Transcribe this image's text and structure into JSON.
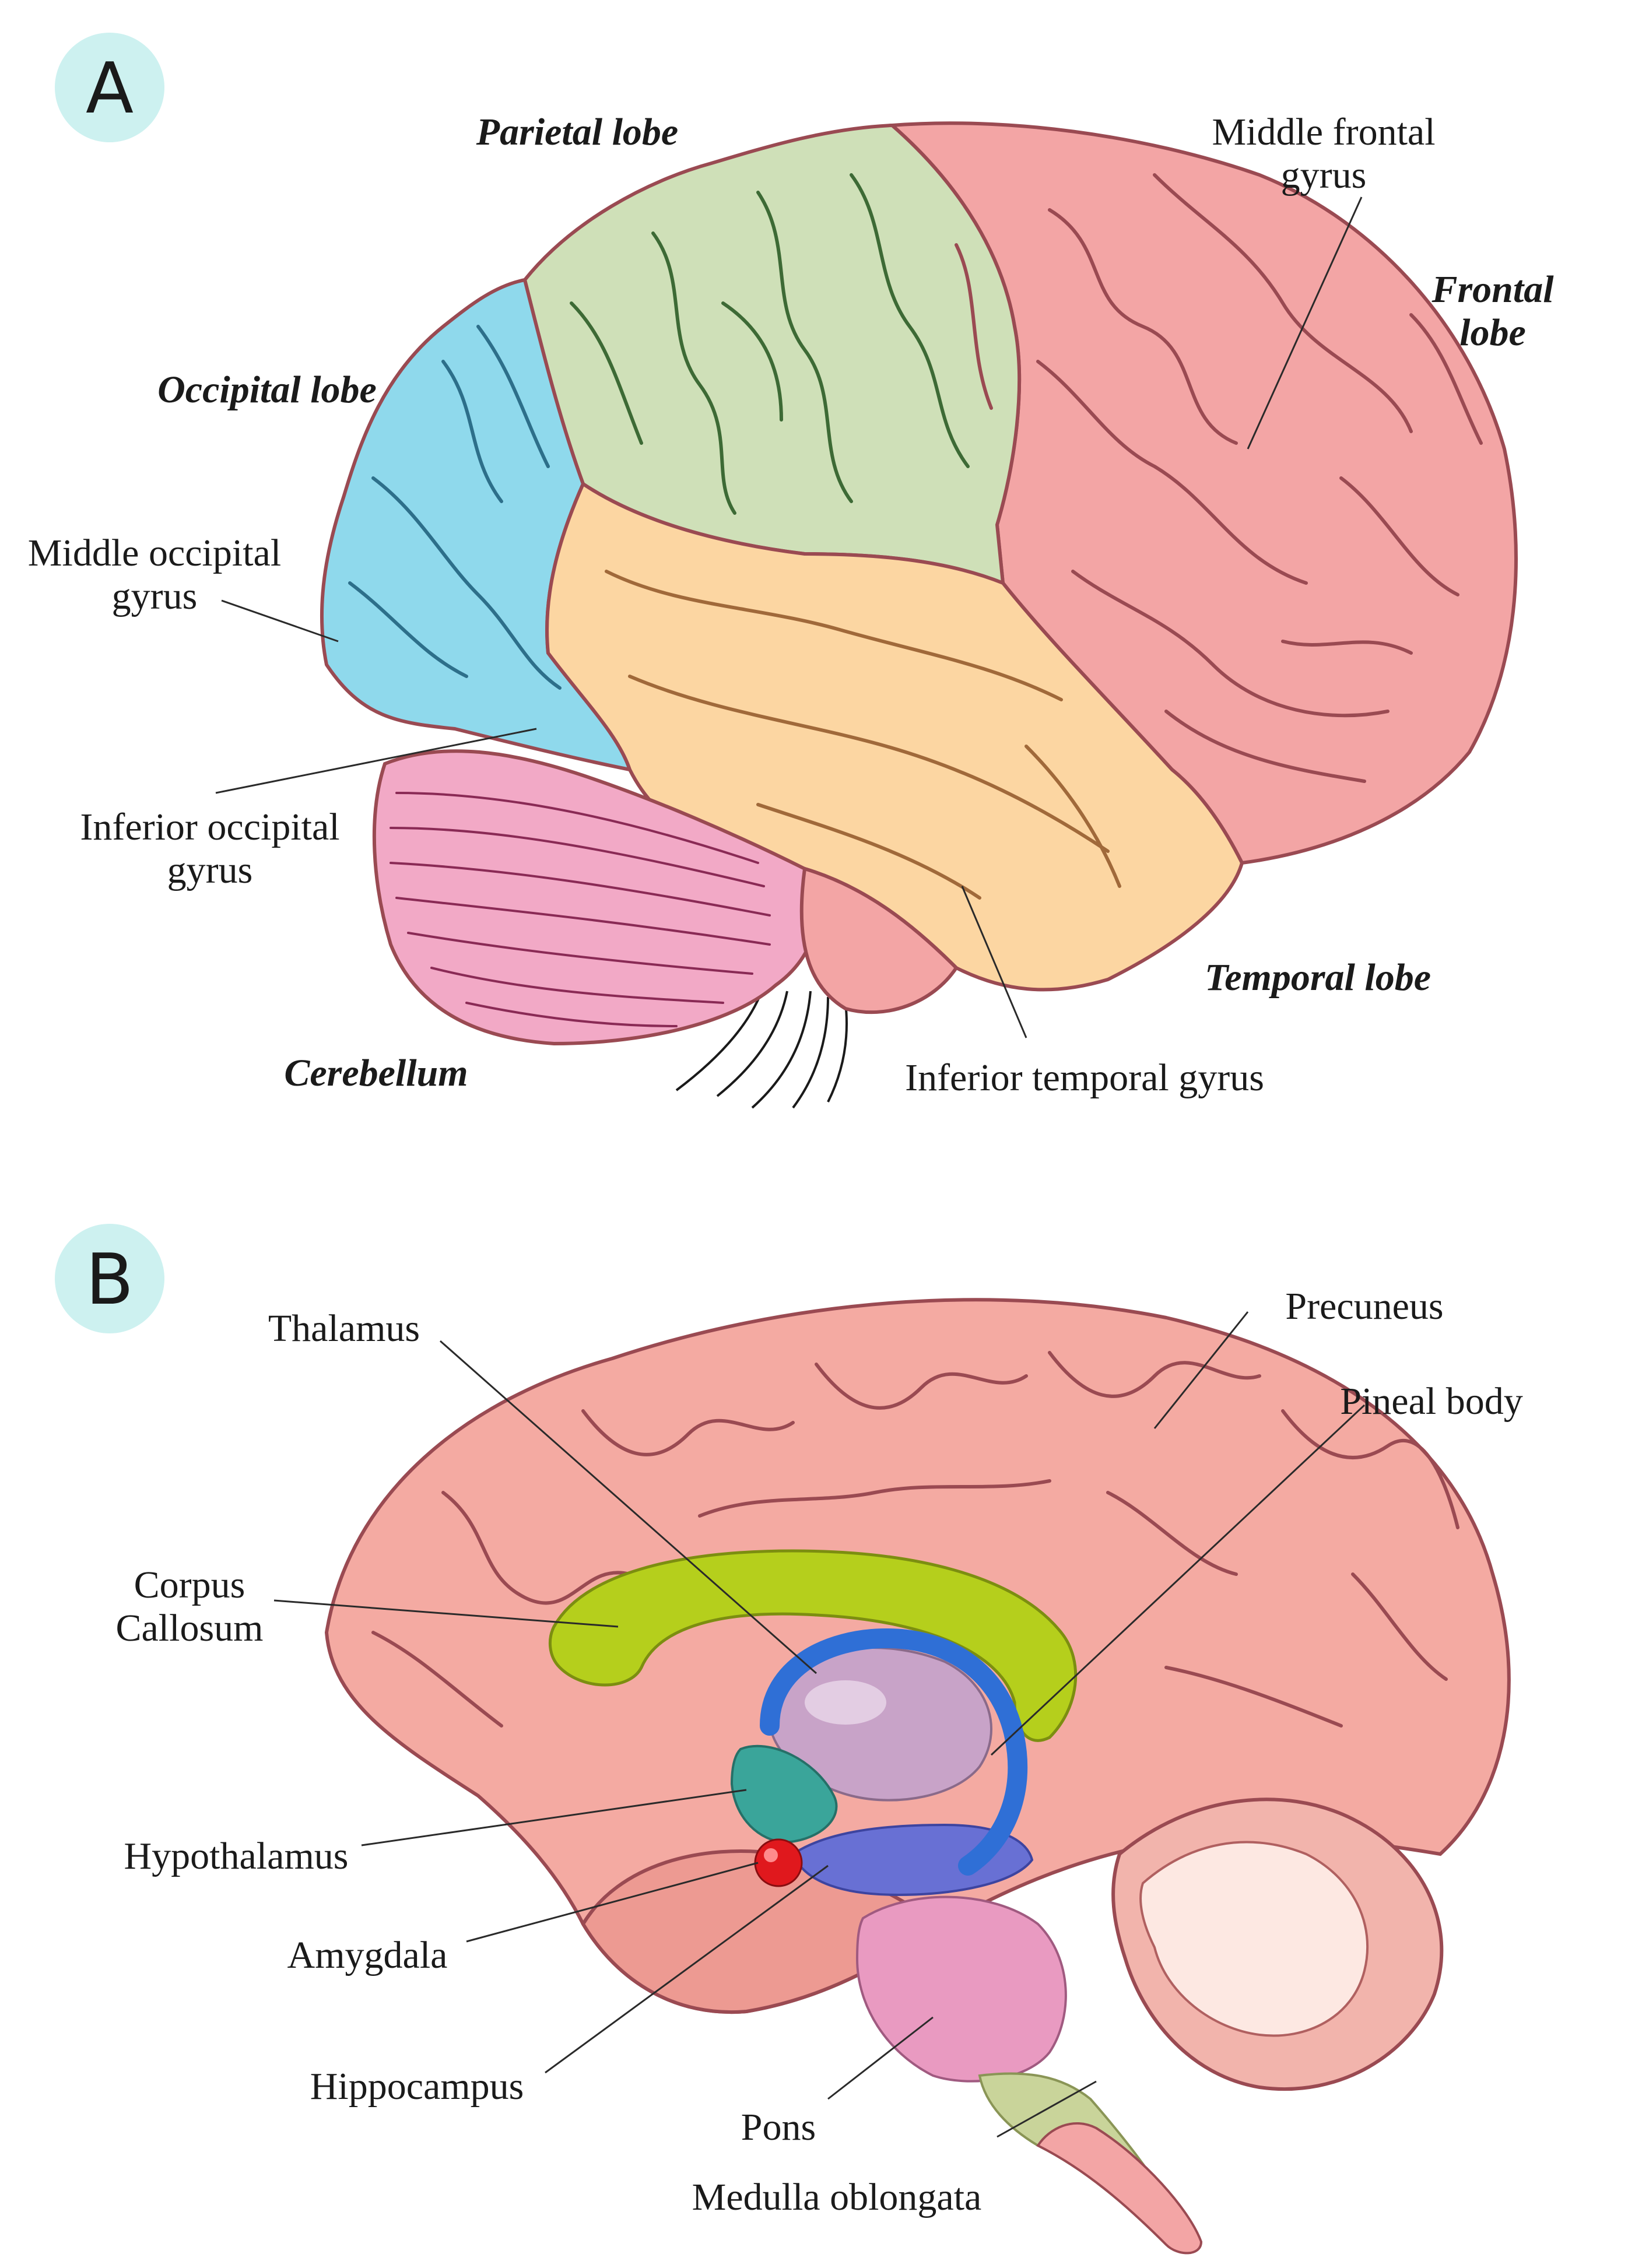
{
  "panels": {
    "a": {
      "letter": "A",
      "labels": {
        "parietal_lobe": "Parietal lobe",
        "middle_frontal_1": "Middle frontal",
        "middle_frontal_2": "gyrus",
        "frontal_lobe_1": "Frontal",
        "frontal_lobe_2": "lobe",
        "occipital_lobe": "Occipital lobe",
        "middle_occipital_1": "Middle occipital",
        "middle_occipital_2": "gyrus",
        "inferior_occipital_1": "Inferior occipital",
        "inferior_occipital_2": "gyrus",
        "temporal_lobe": "Temporal lobe",
        "cerebellum": "Cerebellum",
        "inferior_temporal": "Inferior temporal gyrus"
      }
    },
    "b": {
      "letter": "B",
      "labels": {
        "thalamus": "Thalamus",
        "precuneus": "Precuneus",
        "pineal_body": "Pineal body",
        "corpus_callosum_1": "Corpus",
        "corpus_callosum_2": "Callosum",
        "hypothalamus": "Hypothalamus",
        "amygdala": "Amygdala",
        "hippocampus": "Hippocampus",
        "pons": "Pons",
        "medulla": "Medulla oblongata"
      }
    }
  },
  "colors": {
    "badge": "#cdf1f0",
    "frontal": "#f3a5a5",
    "parietal": "#cfe0b8",
    "occipital": "#8fd9ec",
    "temporal": "#fcd6a2",
    "cerebellum": "#f2a9c6",
    "medial_cortex": "#f4aaa2",
    "corpus_callosum": "#b5cf1c",
    "fornix": "#2f6fd6",
    "thalamus": "#c8a3c8",
    "hypothalamus": "#3aa59a",
    "amygdala": "#e0181d",
    "hippocampus": "#6870d4",
    "pons": "#e99ac1",
    "medulla": "#c9d49a"
  }
}
